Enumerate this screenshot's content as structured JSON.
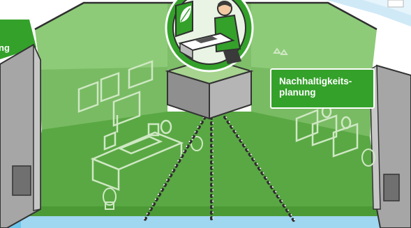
{
  "callout": {
    "line1": "Nachhaltigkeits-",
    "line2": "planung"
  },
  "side_label": {
    "text": "ng"
  },
  "colors": {
    "brand_green": "#34a12a",
    "green_light": "#8dcb78",
    "green_mid": "#6fb85a",
    "green_dark": "#4c9a36",
    "grey_wall": "#a6a6a6",
    "water_blue": "#9fd6f0"
  },
  "icons": {
    "badge": "leaf-icon",
    "person": "desk-worker-icon"
  }
}
